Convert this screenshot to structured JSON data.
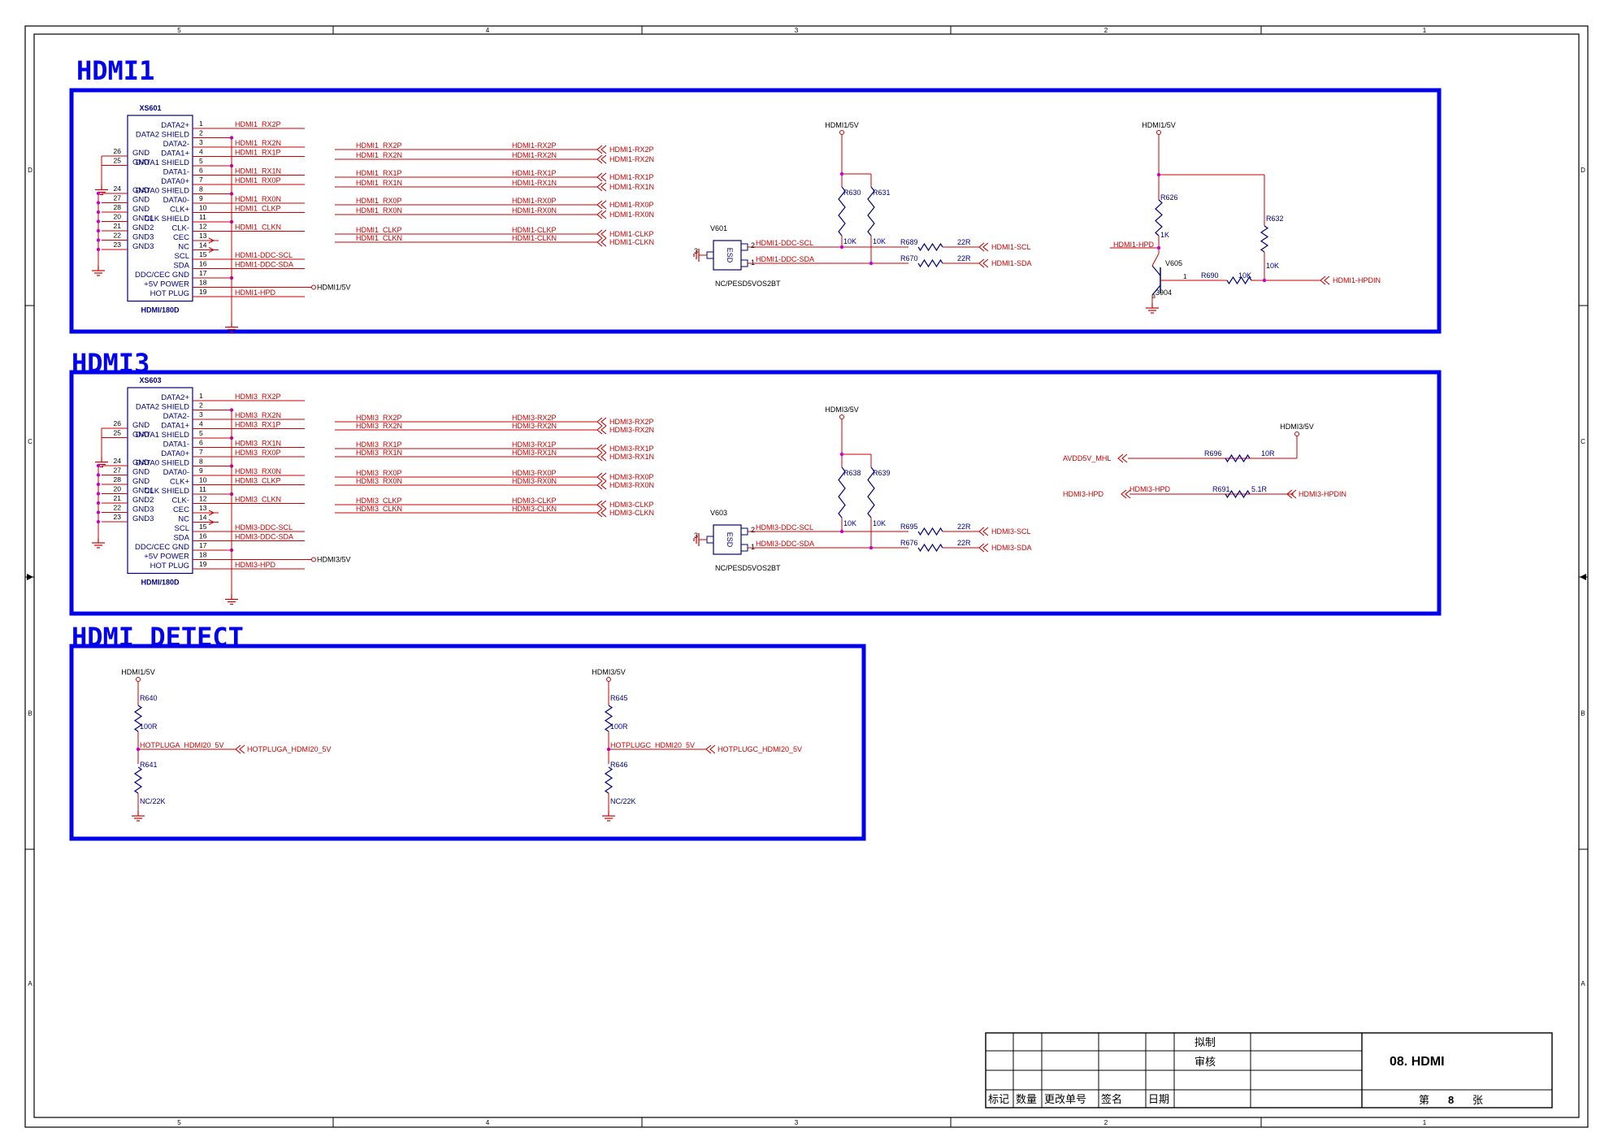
{
  "colors": {
    "frame": "#000000",
    "box": "#0000ee",
    "net": "#cc0000",
    "part": "#000080",
    "junction": "#cc00cc"
  },
  "borders": {
    "columns": [
      "5",
      "4",
      "3",
      "2",
      "1"
    ],
    "rows": [
      "D",
      "C",
      "B",
      "A"
    ]
  },
  "sections": {
    "hdmi1": "HDMI1",
    "hdmi3": "HDMI3",
    "detect": "HDMI DETECT"
  },
  "connector": {
    "left_pins": [
      "26",
      "25",
      "24",
      "27",
      "28",
      "20",
      "21",
      "22",
      "23"
    ],
    "left_names": [
      "GND",
      "GND",
      "GND",
      "GND",
      "GND",
      "GND1",
      "GND2",
      "GND3",
      "GND3"
    ],
    "pins": [
      "1",
      "2",
      "3",
      "4",
      "5",
      "6",
      "7",
      "8",
      "9",
      "10",
      "11",
      "12",
      "13",
      "14",
      "15",
      "16",
      "17",
      "18",
      "19"
    ],
    "names": [
      "DATA2+",
      "DATA2 SHIELD",
      "DATA2-",
      "DATA1+",
      "DATA1 SHIELD",
      "DATA1-",
      "DATA0+",
      "DATA0 SHIELD",
      "DATA0-",
      "CLK+",
      "CLK SHIELD",
      "CLK-",
      "CEC",
      "NC",
      "SCL",
      "SDA",
      "DDC/CEC GND",
      "+5V POWER",
      "HOT PLUG"
    ],
    "type": "HDMI/180D"
  },
  "hdmi1": {
    "ref": "XS601",
    "pin_nets": {
      "1": "HDMI1_RX2P",
      "3": "HDMI1_RX2N",
      "4": "HDMI1_RX1P",
      "6": "HDMI1_RX1N",
      "7": "HDMI1_RX0P",
      "9": "HDMI1_RX0N",
      "10": "HDMI1_CLKP",
      "12": "HDMI1_CLKN",
      "15": "HDMI1-DDC-SCL",
      "16": "HDMI1-DDC-SDA",
      "18": "HDMI1/5V",
      "19": "HDMI1-HPD"
    },
    "bus": [
      {
        "a": "HDMI1_RX2P",
        "b": "HDMI1-RX2P",
        "port": "HDMI1-RX2P"
      },
      {
        "a": "HDMI1_RX2N",
        "b": "HDMI1-RX2N",
        "port": "HDMI1-RX2N"
      },
      {
        "a": "HDMI1_RX1P",
        "b": "HDMI1-RX1P",
        "port": "HDMI1-RX1P"
      },
      {
        "a": "HDMI1_RX1N",
        "b": "HDMI1-RX1N",
        "port": "HDMI1-RX1N"
      },
      {
        "a": "HDMI1_RX0P",
        "b": "HDMI1-RX0P",
        "port": "HDMI1-RX0P"
      },
      {
        "a": "HDMI1_RX0N",
        "b": "HDMI1-RX0N",
        "port": "HDMI1-RX0N"
      },
      {
        "a": "HDMI1_CLKP",
        "b": "HDMI1-CLKP",
        "port": "HDMI1-CLKP"
      },
      {
        "a": "HDMI1_CLKN",
        "b": "HDMI1-CLKN",
        "port": "HDMI1-CLKN"
      }
    ],
    "esd": {
      "ref": "V601",
      "body": "ESD",
      "part": "NC/PESD5VOS2BT",
      "pin_a": "2",
      "pin_b": "1",
      "pin_g": "3",
      "net_scl": "HDMI1-DDC-SCL",
      "net_sda": "HDMI1-DDC-SDA"
    },
    "pull": {
      "rail": "HDMI1/5V",
      "ra": "R630",
      "rb": "R631",
      "va": "10K",
      "vb": "10K"
    },
    "series": [
      {
        "ref": "R689",
        "val": "22R",
        "port": "HDMI1-SCL"
      },
      {
        "ref": "R670",
        "val": "22R",
        "port": "HDMI1-SDA"
      }
    ],
    "hpd": {
      "rail": "HDMI1/5V",
      "r626": "R626",
      "r626v": "1K",
      "r632": "R632",
      "r632v": "10K",
      "in": "HDMI1-HPD",
      "q": "V605",
      "q_part": "3904",
      "q_pin": "1",
      "r690": "R690",
      "r690v": "10K",
      "port": "HDMI1-HPDIN"
    }
  },
  "hdmi3": {
    "ref": "XS603",
    "pin_nets": {
      "1": "HDMI3_RX2P",
      "3": "HDMI3_RX2N",
      "4": "HDMI3_RX1P",
      "6": "HDMI3_RX1N",
      "7": "HDMI3_RX0P",
      "9": "HDMI3_RX0N",
      "10": "HDMI3_CLKP",
      "12": "HDMI3_CLKN",
      "15": "HDMI3-DDC-SCL",
      "16": "HDMI3-DDC-SDA",
      "18": "HDMI3/5V",
      "19": "HDMI3-HPD"
    },
    "bus": [
      {
        "a": "HDMI3_RX2P",
        "b": "HDMI3-RX2P",
        "port": "HDMI3-RX2P"
      },
      {
        "a": "HDMI3_RX2N",
        "b": "HDMI3-RX2N",
        "port": "HDMI3-RX2N"
      },
      {
        "a": "HDMI3_RX1P",
        "b": "HDMI3-RX1P",
        "port": "HDMI3-RX1P"
      },
      {
        "a": "HDMI3_RX1N",
        "b": "HDMI3-RX1N",
        "port": "HDMI3-RX1N"
      },
      {
        "a": "HDMI3_RX0P",
        "b": "HDMI3-RX0P",
        "port": "HDMI3-RX0P"
      },
      {
        "a": "HDMI3_RX0N",
        "b": "HDMI3-RX0N",
        "port": "HDMI3-RX0N"
      },
      {
        "a": "HDMI3_CLKP",
        "b": "HDMI3-CLKP",
        "port": "HDMI3-CLKP"
      },
      {
        "a": "HDMI3_CLKN",
        "b": "HDMI3-CLKN",
        "port": "HDMI3-CLKN"
      }
    ],
    "esd": {
      "ref": "V603",
      "body": "ESD",
      "part": "NC/PESD5VOS2BT",
      "pin_a": "2",
      "pin_b": "1",
      "pin_g": "3",
      "net_scl": "HDMI3-DDC-SCL",
      "net_sda": "HDMI3-DDC-SDA"
    },
    "pull": {
      "rail": "HDMI3/5V",
      "ra": "R638",
      "rb": "R639",
      "va": "10K",
      "vb": "10K"
    },
    "series": [
      {
        "ref": "R695",
        "val": "22R",
        "port": "HDMI3-SCL"
      },
      {
        "ref": "R676",
        "val": "22R",
        "port": "HDMI3-SDA"
      }
    ],
    "mhl": {
      "rail": "HDMI3/5V",
      "net": "AVDD5V_MHL",
      "r": "R696",
      "rv": "10R"
    },
    "hpd": {
      "out": "HDMI3-HPD",
      "net": "HDMI3-HPD",
      "r": "R691",
      "rv": "5.1R",
      "port": "HDMI3-HPDIN"
    }
  },
  "detect": [
    {
      "rail": "HDMI1/5V",
      "rt": "R640",
      "rtv": "100R",
      "net": "HOTPLUGA_HDMI20_5V",
      "port": "HOTPLUGA_HDMI20_5V",
      "rb": "R641",
      "rbv": "NC/22K"
    },
    {
      "rail": "HDMI3/5V",
      "rt": "R645",
      "rtv": "100R",
      "net": "HOTPLUGC_HDMI20_5V",
      "port": "HOTPLUGC_HDMI20_5V",
      "rb": "R646",
      "rbv": "NC/22K"
    }
  ],
  "title_block": {
    "drafted": "拟制",
    "reviewed": "审核",
    "sheet_title": "08. HDMI",
    "headers": [
      "标记",
      "数量",
      "更改单号",
      "签名",
      "日期"
    ],
    "sheet_prefix": "第",
    "sheet_no": "8",
    "sheet_suffix": "张"
  }
}
